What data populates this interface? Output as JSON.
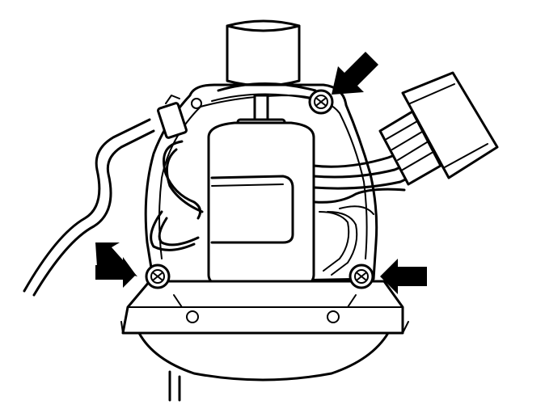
{
  "diagram": {
    "subject": "motor-assembly-line-drawing",
    "line_color": "#000000",
    "background_color": "#ffffff",
    "arrow_color": "#000000",
    "callouts": [
      {
        "name": "arrow-top-right",
        "points_to": "screw-top-right"
      },
      {
        "name": "arrow-left",
        "points_to": "screw-bottom-left"
      },
      {
        "name": "arrow-right",
        "points_to": "screw-bottom-right"
      }
    ],
    "screws": [
      {
        "name": "screw-top-right"
      },
      {
        "name": "screw-bottom-left"
      },
      {
        "name": "screw-bottom-right"
      }
    ]
  }
}
